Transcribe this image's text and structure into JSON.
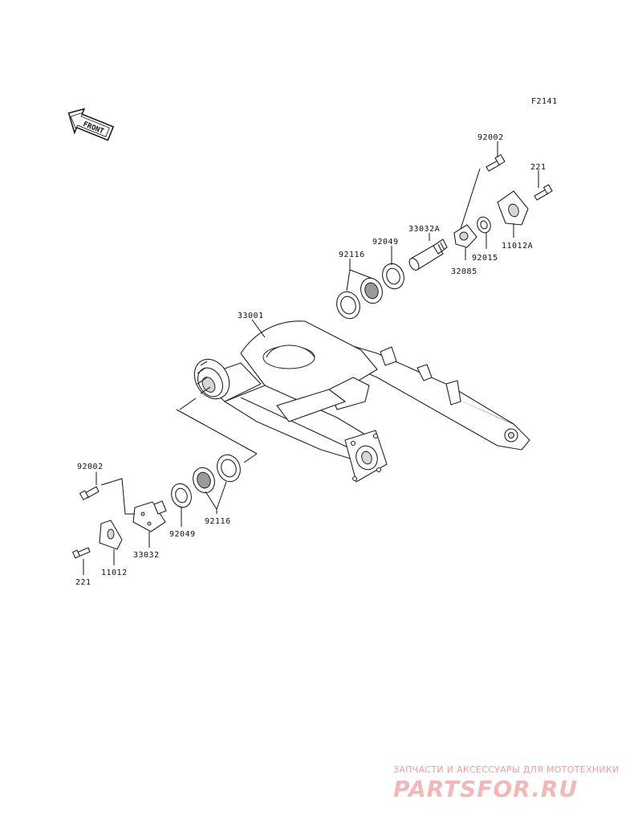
{
  "figure_code": "F2141",
  "front_indicator": "FRONT",
  "labels": {
    "p92002_top": "92002",
    "p221_top": "221",
    "p33032a": "33032A",
    "p92049_top": "92049",
    "p92116_top": "92116",
    "p92015": "92015",
    "p11012a": "11012A",
    "p32085": "32085",
    "p33001": "33001",
    "p92002_bottom": "92002",
    "p92049_bottom": "92049",
    "p92116_bottom": "92116",
    "p33032": "33032",
    "p221_bottom": "221",
    "p11012": "11012"
  },
  "watermark": {
    "subtitle": "ЗАПЧАСТИ И АКСЕССУАРЫ ДЛЯ МОТОТЕХНИКИ",
    "logo_text": "PARTSFOR.RU"
  },
  "colors": {
    "line": "#111111",
    "watermark": "#f2b8b8"
  }
}
